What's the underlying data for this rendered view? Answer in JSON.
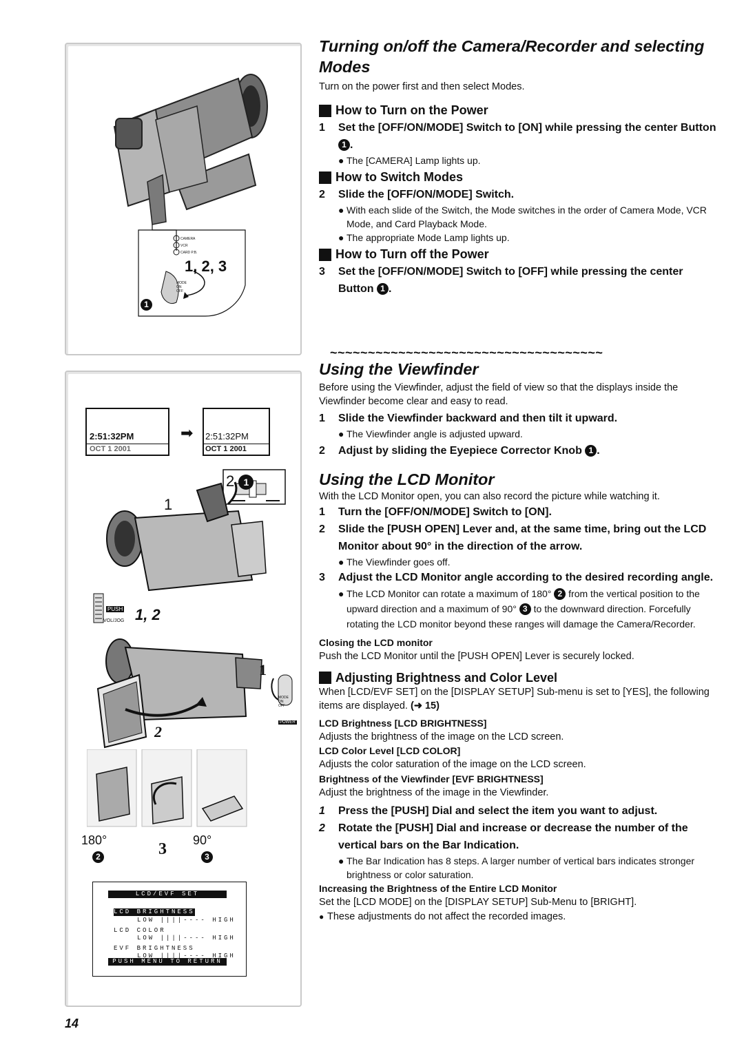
{
  "page_number": "14",
  "tilde_rule": "~~~~~~~~~~~~~~~~~~~~~~~~~~~~~~~~~~~~",
  "figure_top": {
    "callout": "1, 2, 3",
    "lamp_labels": [
      "CAMERA",
      "VCR",
      "CARD P.B."
    ],
    "switch_labels": [
      "MODE",
      "ON",
      "OFF"
    ],
    "button_marker": "1"
  },
  "figure_bottom": {
    "lcd_before": {
      "time": "2:51:32PM",
      "date": "OCT  1 2001"
    },
    "lcd_after": {
      "time": "2:51:32PM",
      "date": "OCT  1 2001"
    },
    "arrow": "➡",
    "callout_2_1": "2",
    "callout_1a": "1",
    "callout_12": "1, 2",
    "push_label": "PUSH",
    "voljog_label": "VOL/JOG",
    "callout_1b": "1",
    "callout_2": "2",
    "switch_labels": [
      "MODE",
      "ON",
      "OFF"
    ],
    "power_label": "POWER",
    "angle_180": "180°",
    "angle_90": "90°",
    "marker_2": "2",
    "marker_3": "3",
    "callout_3": "3",
    "marker_1": "1",
    "menu": {
      "header": "LCD/EVF SET",
      "rows": [
        {
          "name": "LCD BRIGHTNESS",
          "bar": "LOW ||||---- HIGH"
        },
        {
          "name": "LCD COLOR",
          "bar": "LOW ||||---- HIGH"
        },
        {
          "name": "EVF BRIGHTNESS",
          "bar": "LOW ||||---- HIGH"
        }
      ],
      "footer": "PUSH MENU TO RETURN"
    }
  },
  "sec1": {
    "title": "Turning on/off the Camera/Recorder and selecting Modes",
    "intro": "Turn on the power first and then select Modes.",
    "sub1": "How to Turn on the Power",
    "step1_num": "1",
    "step1": "Set the [OFF/ON/MODE] Switch to [ON] while pressing the center Button",
    "step1_marker": "1",
    "note1": "The [CAMERA] Lamp lights up.",
    "sub2": "How to Switch Modes",
    "step2_num": "2",
    "step2": "Slide the [OFF/ON/MODE] Switch.",
    "note2a": "With each slide of the Switch, the Mode switches in the order of Camera Mode, VCR Mode, and Card Playback Mode.",
    "note2b": "The appropriate Mode Lamp lights up.",
    "sub3": "How to Turn off the Power",
    "step3_num": "3",
    "step3": "Set the [OFF/ON/MODE] Switch to [OFF] while pressing the center Button",
    "step3_marker": "1"
  },
  "sec2": {
    "title": "Using the Viewfinder",
    "intro": "Before using the Viewfinder, adjust the field of view so that the displays inside the Viewfinder become clear and easy to read.",
    "step1_num": "1",
    "step1": "Slide the Viewfinder backward and then tilt it upward.",
    "note1": "The Viewfinder angle is adjusted upward.",
    "step2_num": "2",
    "step2": "Adjust by sliding the Eyepiece Corrector Knob",
    "step2_marker": "1"
  },
  "sec3": {
    "title": "Using the LCD Monitor",
    "intro": "With the LCD Monitor open, you can also record the picture while watching it.",
    "step1_num": "1",
    "step1": "Turn the [OFF/ON/MODE] Switch to [ON].",
    "step2_num": "2",
    "step2": "Slide the [PUSH OPEN] Lever and, at the same time, bring out the LCD Monitor about 90° in the direction of the arrow.",
    "note2": "The Viewfinder goes off.",
    "step3_num": "3",
    "step3": "Adjust the LCD Monitor angle according to the desired recording angle.",
    "note3_a": "The LCD Monitor can rotate a maximum of 180°",
    "note3_marker_a": "2",
    "note3_b": "from the vertical position to the upward direction and a maximum of 90°",
    "note3_marker_b": "3",
    "note3_c": "to the downward direction. Forcefully rotating the LCD monitor beyond these ranges will damage the Camera/Recorder.",
    "closing_head": "Closing the LCD monitor",
    "closing_text": "Push the LCD Monitor until the [PUSH OPEN] Lever is securely locked.",
    "sub_adj": "Adjusting Brightness and Color Level",
    "adj_intro": "When [LCD/EVF SET] on the [DISPLAY SETUP] Sub-menu is set to [YES], the following items are displayed.",
    "adj_ref": "(➜ 15)",
    "item1_head": "LCD Brightness [LCD BRIGHTNESS]",
    "item1_text": "Adjusts the brightness of the image on the LCD screen.",
    "item2_head": "LCD Color Level [LCD COLOR]",
    "item2_text": "Adjusts the color saturation of the image on the LCD screen.",
    "item3_head": "Brightness of the Viewfinder [EVF BRIGHTNESS]",
    "item3_text": "Adjust the brightness of the image in the Viewfinder.",
    "p1_num": "1",
    "p1": "Press the [PUSH] Dial and select the item you want to adjust.",
    "p2_num": "2",
    "p2": "Rotate the [PUSH] Dial and increase or decrease the number of the vertical bars on the Bar Indication.",
    "p2_note": "The Bar Indication has 8 steps. A larger number of vertical bars indicates stronger brightness or color saturation.",
    "inc_head": "Increasing the Brightness of the Entire LCD Monitor",
    "inc_text": "Set the [LCD MODE] on the [DISPLAY SETUP] Sub-Menu to [BRIGHT].",
    "inc_note": "These adjustments do not affect the recorded images."
  }
}
